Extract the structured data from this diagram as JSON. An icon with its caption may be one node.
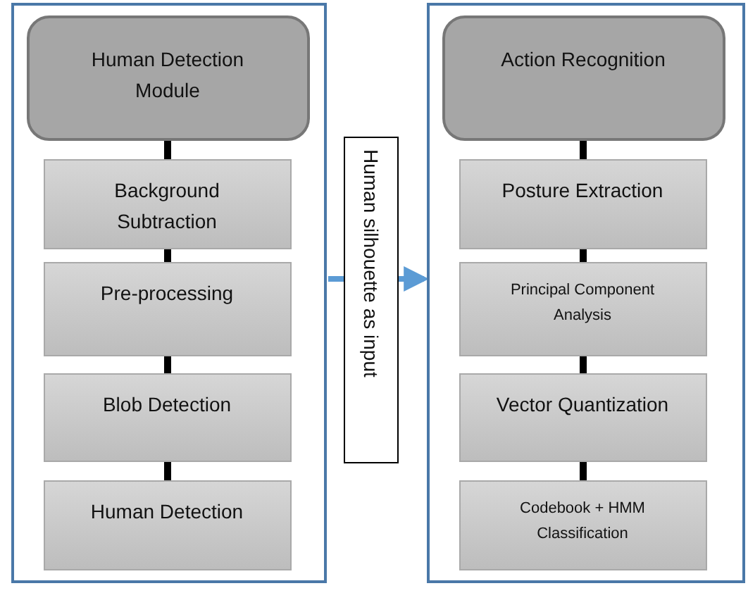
{
  "diagram": {
    "nodes": [
      {
        "text": [],
        "shape": "box"
      },
      {
        "text": [
          "Human Detection Module"
        ],
        "in": 0
      },
      {
        "text": [
          "Background Subtraction"
        ],
        "in": 0
      },
      {
        "text": [
          "Pre-processing"
        ],
        "in": 0
      },
      {
        "text": [
          "Blob Detection"
        ],
        "in": 0
      },
      {
        "text": [
          "Human Detection"
        ],
        "in": 0
      },
      {
        "text": [],
        "shape": "box"
      },
      {
        "text": [
          "Action Recognition"
        ],
        "in": 6
      },
      {
        "text": [
          "Posture Extraction"
        ],
        "in": 6
      },
      {
        "text": [
          "Principal Component Analysis"
        ],
        "in": 6
      },
      {
        "text": [
          "Vector Quantization"
        ],
        "in": 6
      },
      {
        "text": [
          "Codebook + HMM Classification"
        ],
        "in": 6
      }
    ],
    "edges": [
      {
        "from": 1,
        "to": 2,
        "arrow": "none"
      },
      {
        "from": 2,
        "to": 3,
        "arrow": "none"
      },
      {
        "from": 3,
        "to": 4,
        "arrow": "none"
      },
      {
        "from": 4,
        "to": 5,
        "arrow": "none"
      },
      {
        "from": 7,
        "to": 8,
        "arrow": "none"
      },
      {
        "from": 8,
        "to": 9,
        "arrow": "none"
      },
      {
        "from": 9,
        "to": 10,
        "arrow": "none"
      },
      {
        "from": 10,
        "to": 11,
        "arrow": "none"
      },
      {
        "from": 0,
        "to": 6,
        "arrow": "to",
        "label": "Human silhouette as input",
        "color": "#5b9bd5"
      }
    ]
  }
}
